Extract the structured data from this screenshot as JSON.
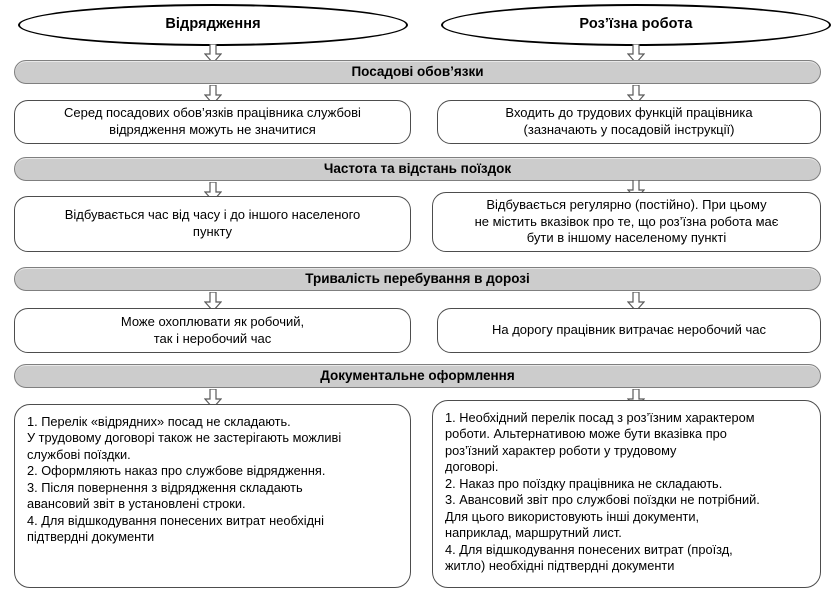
{
  "diagram": {
    "title_left": "Відрядження",
    "title_right": "Роз’їзна робота",
    "columns": [
      "Відрядження",
      "Роз’їзна робота"
    ],
    "sections": [
      {
        "bar_label": "Посадові обов’язки",
        "left_text": "Серед посадових обов’язків працівника службові\nвідрядження можуть не значитися",
        "right_text": "Входить до трудових функцій працівника\n(зазначають у посадовій інструкції)"
      },
      {
        "bar_label": "Частота та відстань поїздок",
        "left_text": "Відбувається час від часу і до іншого населеного\nпункту",
        "right_text": "Відбувається регулярно (постійно). При цьому\nне містить вказівок про те, що роз’їзна робота має\nбути в іншому населеному пункті"
      },
      {
        "bar_label": "Тривалість перебування в дорозі",
        "left_text": "Може охоплювати як робочий,\nтак і неробочий час",
        "right_text": "На дорогу працівник витрачає неробочий час"
      },
      {
        "bar_label": "Документальне оформлення",
        "left_text": "1. Перелік «відрядних» посад не складають.\nУ трудовому договорі також не застерігають можливі\nслужбові поїздки.\n2. Оформляють наказ про службове відрядження.\n3. Після повернення з відрядження складають\nавансовий звіт в установлені строки.\n4. Для відшкодування понесених витрат необхідні\nпідтвердні документи",
        "right_text": "1. Необхідний перелік посад з роз’їзним характером\nроботи. Альтернативою може бути вказівка про\nроз’їзний характер роботи у трудовому\nдоговорі.\n2. Наказ про поїздку працівника не складають.\n3. Авансовий звіт про службові поїздки не потрібний.\nДля цього використовують інші документи,\nнаприклад, маршрутний лист.\n4. Для відшкодування понесених витрат (проїзд,\nжитло) необхідні підтвердні документи"
      }
    ],
    "colors": {
      "bar_fill": "#cccccc",
      "bar_border": "#7f7f7f",
      "box_border": "#4d4d4d",
      "ellipse_border": "#000000",
      "arrow_fill": "#ffffff",
      "arrow_border": "#595959",
      "text": "#000000",
      "background": "#ffffff"
    },
    "arrow_icon_name": "arrow-down-icon"
  }
}
